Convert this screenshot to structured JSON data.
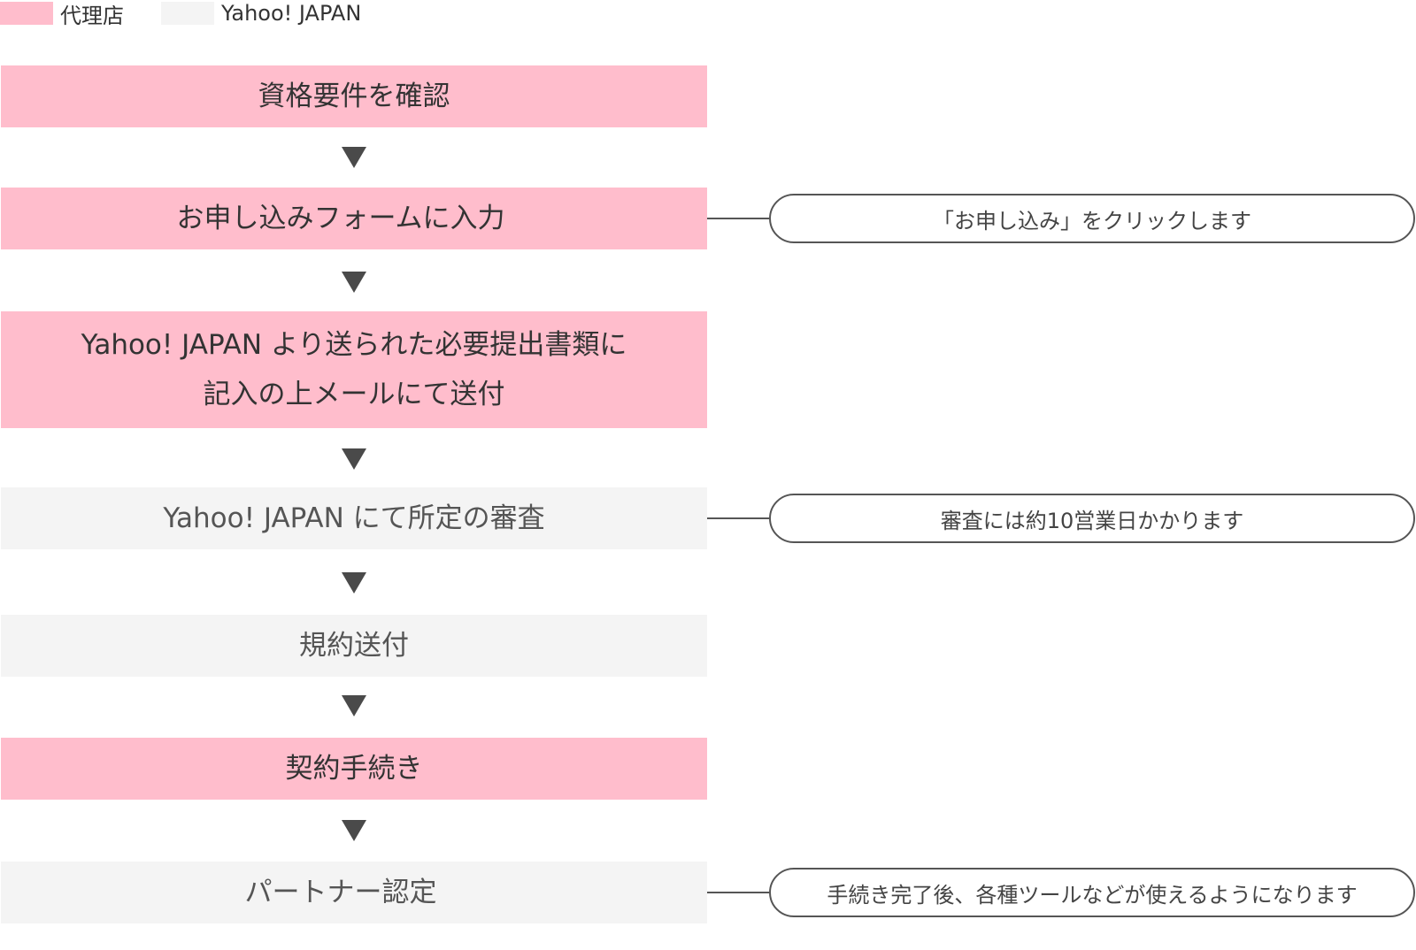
{
  "colors": {
    "agent": "#ffbdcc",
    "yahoo": "#f4f4f4",
    "arrow": "#4a4a4a",
    "outline": "#555555"
  },
  "legend": [
    {
      "label": "代理店",
      "color": "#ffbdcc"
    },
    {
      "label": "Yahoo! JAPAN",
      "color": "#f4f4f4"
    }
  ],
  "steps": [
    {
      "lines": [
        "資格要件を確認"
      ],
      "actor": "agent"
    },
    {
      "lines": [
        "お申し込みフォームに入力"
      ],
      "actor": "agent"
    },
    {
      "lines": [
        "Yahoo! JAPAN より送られた必要提出書類に",
        "記入の上メールにて送付"
      ],
      "actor": "agent"
    },
    {
      "lines": [
        "Yahoo! JAPAN にて所定の審査"
      ],
      "actor": "yahoo"
    },
    {
      "lines": [
        "規約送付"
      ],
      "actor": "yahoo"
    },
    {
      "lines": [
        "契約手続き"
      ],
      "actor": "agent"
    },
    {
      "lines": [
        "パートナー認定"
      ],
      "actor": "yahoo"
    }
  ],
  "notes": [
    {
      "text": "「お申し込み」をクリックします"
    },
    {
      "text": "審査には約10営業日かかります"
    },
    {
      "text": "手続き完了後、各種ツールなどが使えるようになります"
    }
  ]
}
